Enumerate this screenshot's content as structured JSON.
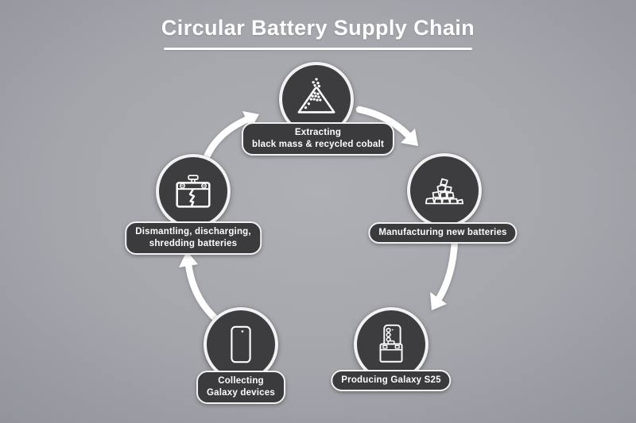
{
  "title": "Circular Battery Supply Chain",
  "colors": {
    "background_center": "#aeb0b5",
    "background_edge": "#92949b",
    "node_fill": "#3d3d40",
    "node_ring": "#f2f2f3",
    "label_fill": "#3b3b3e",
    "label_border": "#f2f2f3",
    "text": "#ffffff",
    "arrow": "#ffffff"
  },
  "nodes": [
    {
      "id": "collecting",
      "icon": "smartphone-icon",
      "label": "Collecting\nGalaxy devices"
    },
    {
      "id": "dismantling",
      "icon": "cracked-battery-icon",
      "label": "Dismantling, discharging,\nshredding batteries"
    },
    {
      "id": "extracting",
      "icon": "black-mass-pile-icon",
      "label": "Extracting\nblack mass & recycled cobalt"
    },
    {
      "id": "manufacturing",
      "icon": "raw-material-heap-icon",
      "label": "Manufacturing new batteries"
    },
    {
      "id": "producing",
      "icon": "galaxy-s25-battery-icon",
      "label": "Producing Galaxy S25"
    }
  ],
  "arrows": [
    {
      "from": "collecting",
      "to": "dismantling"
    },
    {
      "from": "dismantling",
      "to": "extracting"
    },
    {
      "from": "extracting",
      "to": "manufacturing"
    },
    {
      "from": "manufacturing",
      "to": "producing"
    }
  ]
}
